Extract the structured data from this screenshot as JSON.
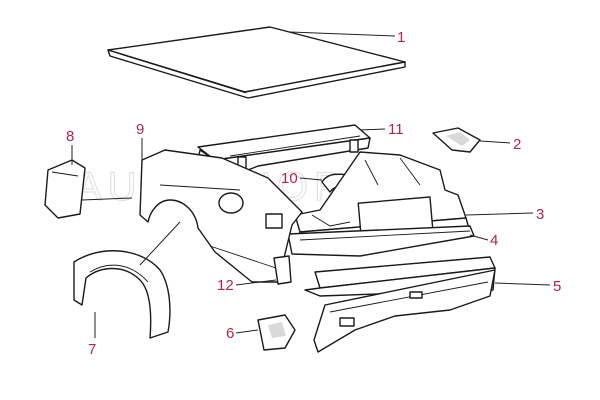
{
  "callouts": [
    {
      "id": "1",
      "text": "1"
    },
    {
      "id": "2",
      "text": "2"
    },
    {
      "id": "3",
      "text": "3"
    },
    {
      "id": "4",
      "text": "4"
    },
    {
      "id": "5",
      "text": "5"
    },
    {
      "id": "6",
      "text": "6"
    },
    {
      "id": "7",
      "text": "7"
    },
    {
      "id": "8",
      "text": "8"
    },
    {
      "id": "9",
      "text": "9"
    },
    {
      "id": "10",
      "text": "10"
    },
    {
      "id": "11",
      "text": "11"
    },
    {
      "id": "12",
      "text": "12"
    }
  ],
  "watermark": "AUTOSHOP",
  "colors": {
    "callout": "#b0254a",
    "line": "#1a1a1a"
  }
}
